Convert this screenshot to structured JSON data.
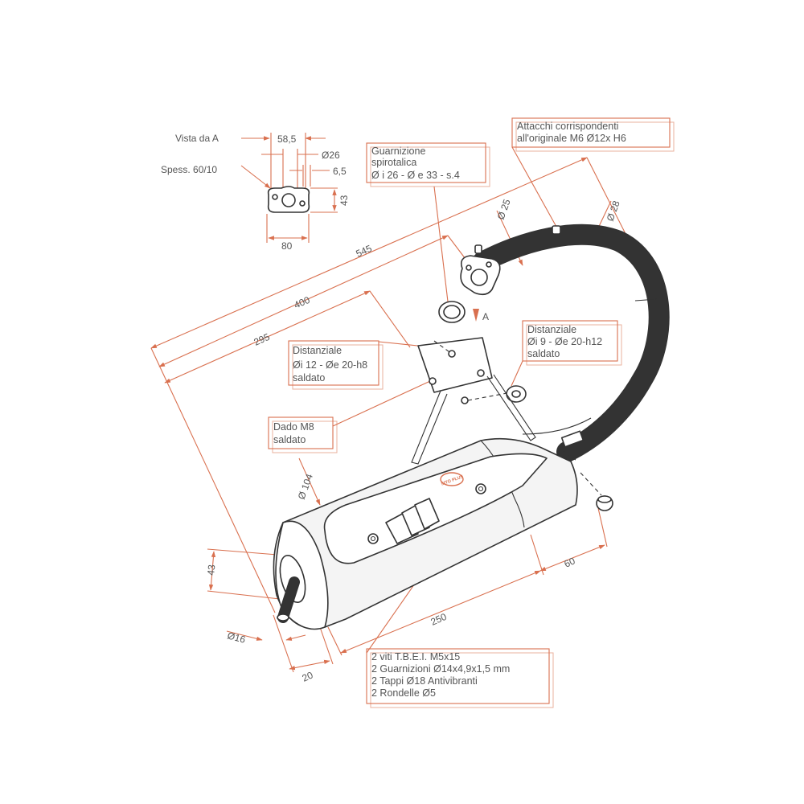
{
  "view_a": {
    "title": "Vista da  A",
    "thickness": "Spess. 60/10",
    "dim_58_5": "58,5",
    "dim_d26": "Ø26",
    "dim_6_5": "6,5",
    "dim_43": "43",
    "dim_80": "80"
  },
  "callouts": {
    "gasket": [
      "Guarnizione",
      "spirotalica",
      "Ø i 26 - Ø e 33 - s.4"
    ],
    "mounts": [
      "Attacchi corrispondenti",
      "all'originale M6 Ø12x H6"
    ],
    "spacer_left": [
      "Distanziale",
      "Øi 12 - Øe 20-h8",
      "saldato"
    ],
    "spacer_right": [
      "Distanziale",
      "Øi 9 - Øe 20-h12",
      "saldato"
    ],
    "nut": [
      "Dado M8",
      "saldato"
    ],
    "kit": [
      "2 viti T.B.E.I. M5x15",
      "2 Guarnizioni Ø14x4,9x1,5 mm",
      "2 Tappi Ø18 Antivibranti",
      "2 Rondelle Ø5"
    ]
  },
  "dimensions": {
    "d545": "545",
    "d400": "400",
    "d295": "295",
    "d25": "Ø 25",
    "d28": "Ø 28",
    "d104": "Ø 104",
    "d43": "43",
    "d16": "Ø16",
    "d20": "20",
    "d250": "250",
    "d60": "60"
  },
  "view_marker": "A",
  "brand": "SITO PLUS",
  "colors": {
    "dimension": "#d9704f",
    "text": "#555555",
    "part_line": "#333333"
  }
}
